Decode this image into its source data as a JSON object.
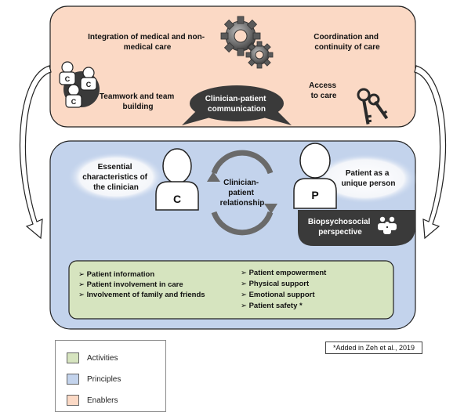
{
  "enablers": {
    "integration": [
      "Integration of medical and non-",
      "medical care"
    ],
    "coordination": [
      "Coordination and",
      "continuity of care"
    ],
    "teamwork": [
      "Teamwork and team",
      "building"
    ],
    "access": [
      "Access",
      "to care"
    ],
    "communication": [
      "Clinician-patient",
      "communication"
    ],
    "team_badge": "C"
  },
  "principles": {
    "clinician_traits": [
      "Essential",
      "characteristics of",
      "the clinician"
    ],
    "clinician_badge": "C",
    "relationship": [
      "Clinician-",
      "patient",
      "relationship"
    ],
    "patient_unique": [
      "Patient as a",
      "unique person"
    ],
    "patient_badge": "P",
    "biopsychosocial": [
      "Biopsychosocial",
      "perspective"
    ]
  },
  "activities": {
    "left": [
      "Patient information",
      "Patient involvement in care",
      "Involvement of family and friends"
    ],
    "right": [
      "Patient empowerment",
      "Physical support",
      "Emotional support",
      "Patient safety *"
    ]
  },
  "footnote": "*Added in Zeh et al., 2019",
  "legend": [
    {
      "label": "Activities",
      "color": "#d6e4bf"
    },
    {
      "label": "Principles",
      "color": "#c3d3ec"
    },
    {
      "label": "Enablers",
      "color": "#fbd9c5"
    }
  ],
  "colors": {
    "enablers_fill": "#fbd9c5",
    "principles_fill": "#c3d3ec",
    "activities_fill": "#d6e4bf",
    "dark": "#3a3a3a"
  }
}
